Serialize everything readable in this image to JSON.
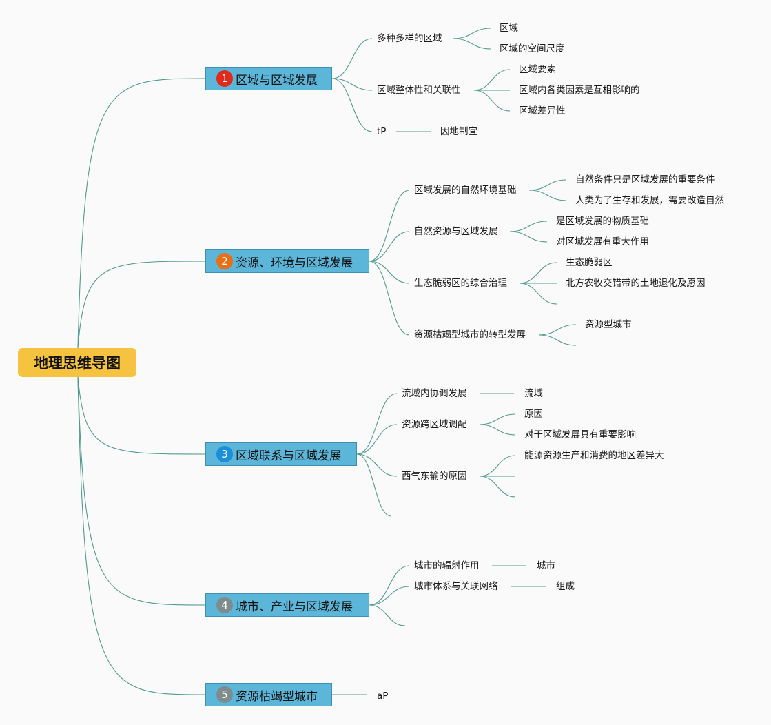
{
  "root": "地理思维导图",
  "colors": {
    "root_bg": "#f5c33f",
    "branch_bg": "#5cb6d9",
    "link": "#4f9a8c",
    "badge_1": "#e02a1b",
    "badge_2": "#e86f16",
    "badge_3": "#1b8fd9",
    "badge_4": "#7f8c8d",
    "badge_5": "#7f8c8d"
  },
  "branches": [
    {
      "num": "1",
      "title": "区域与区域发展",
      "children": [
        {
          "label": "多种多样的区域",
          "children": [
            "区域",
            "区域的空间尺度"
          ]
        },
        {
          "label": "区域整体性和关联性",
          "children": [
            "区域要素",
            "区域内各类因素是互相影响的",
            "区域差异性"
          ]
        },
        {
          "label": "tP",
          "children": [
            "因地制宜"
          ]
        }
      ]
    },
    {
      "num": "2",
      "title": "资源、环境与区域发展",
      "children": [
        {
          "label": "区域发展的自然环境基础",
          "children": [
            "自然条件只是区域发展的重要条件",
            "人类为了生存和发展，需要改造自然"
          ]
        },
        {
          "label": "自然资源与区域发展",
          "children": [
            "是区域发展的物质基础",
            "对区域发展有重大作用"
          ]
        },
        {
          "label": "生态脆弱区的综合治理",
          "children": [
            "生态脆弱区",
            "北方农牧交错带的土地退化及愿因",
            ""
          ]
        },
        {
          "label": "资源枯竭型城市的转型发展",
          "children": [
            "资源型城市",
            ""
          ]
        }
      ]
    },
    {
      "num": "3",
      "title": "区域联系与区域发展",
      "children": [
        {
          "label": "流域内协调发展",
          "children": [
            "流域"
          ]
        },
        {
          "label": "资源跨区域调配",
          "children": [
            "原因",
            "对于区域发展具有重要影响"
          ]
        },
        {
          "label": "西气东输的原因",
          "children": [
            "能源资源生产和消费的地区差异大",
            "",
            ""
          ]
        },
        {
          "label": "",
          "children": []
        }
      ]
    },
    {
      "num": "4",
      "title": "城市、产业与区域发展",
      "children": [
        {
          "label": "城市的辐射作用",
          "children": [
            "城市"
          ]
        },
        {
          "label": "城市体系与关联网络",
          "children": [
            "组成"
          ]
        },
        {
          "label": "",
          "children": []
        }
      ]
    },
    {
      "num": "5",
      "title": "资源枯竭型城市",
      "children": [
        {
          "label": "aP",
          "children": []
        }
      ]
    }
  ]
}
